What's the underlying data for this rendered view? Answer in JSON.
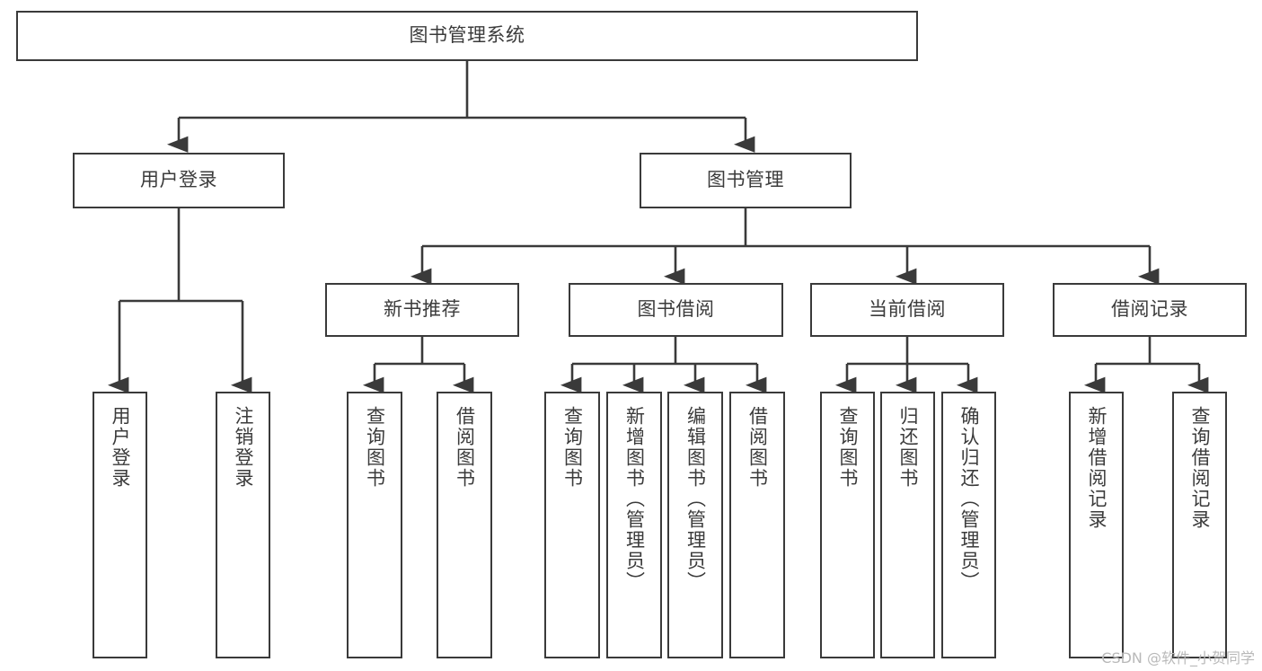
{
  "diagram": {
    "type": "tree-hierarchy",
    "title": "图书管理系统",
    "orientation": "top-down",
    "stroke_color": "#3a3a3a",
    "fill_color": "#ffffff",
    "text_color": "#3b3b3b",
    "nodes": {
      "root": {
        "label": "图书管理系统"
      },
      "level2": [
        {
          "label": "用户登录"
        },
        {
          "label": "图书管理"
        }
      ],
      "level3": [
        {
          "label": "新书推荐"
        },
        {
          "label": "图书借阅"
        },
        {
          "label": "当前借阅"
        },
        {
          "label": "借阅记录"
        }
      ],
      "leaves": {
        "user_login": [
          {
            "label": "用户登录"
          },
          {
            "label": "注销登录"
          }
        ],
        "new_book_recommend": [
          {
            "label": "查询图书"
          },
          {
            "label": "借阅图书"
          }
        ],
        "book_borrow": [
          {
            "label": "查询图书"
          },
          {
            "label": "新增图书（管理员）"
          },
          {
            "label": "编辑图书（管理员）"
          },
          {
            "label": "借阅图书"
          }
        ],
        "current_borrow": [
          {
            "label": "查询图书"
          },
          {
            "label": "归还图书"
          },
          {
            "label": "确认归还（管理员）"
          }
        ],
        "borrow_record": [
          {
            "label": "新增借阅记录"
          },
          {
            "label": "查询借阅记录"
          }
        ]
      }
    }
  },
  "watermark": {
    "text": "CSDN @软件_小贺同学"
  }
}
